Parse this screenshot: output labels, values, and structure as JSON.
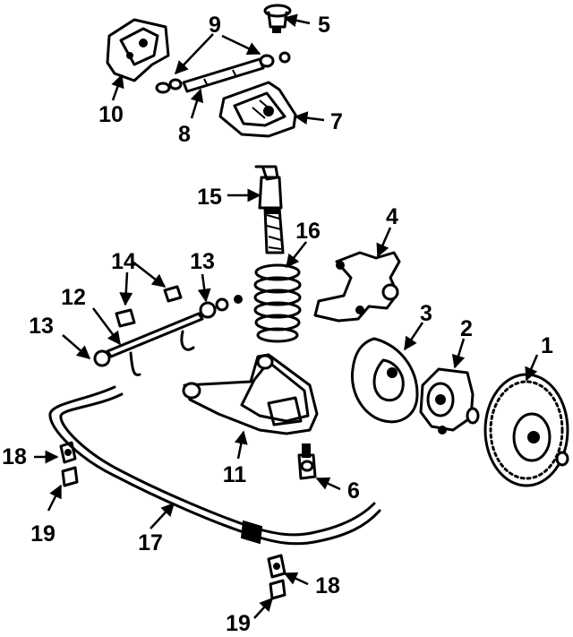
{
  "callouts": [
    {
      "id": "1",
      "label": "1"
    },
    {
      "id": "2",
      "label": "2"
    },
    {
      "id": "3",
      "label": "3"
    },
    {
      "id": "4",
      "label": "4"
    },
    {
      "id": "5",
      "label": "5"
    },
    {
      "id": "6",
      "label": "6"
    },
    {
      "id": "7",
      "label": "7"
    },
    {
      "id": "8",
      "label": "8"
    },
    {
      "id": "9",
      "label": "9"
    },
    {
      "id": "10",
      "label": "10"
    },
    {
      "id": "11",
      "label": "11"
    },
    {
      "id": "12",
      "label": "12"
    },
    {
      "id": "13a",
      "label": "13"
    },
    {
      "id": "13b",
      "label": "13"
    },
    {
      "id": "14",
      "label": "14"
    },
    {
      "id": "15",
      "label": "15"
    },
    {
      "id": "16",
      "label": "16"
    },
    {
      "id": "17",
      "label": "17"
    },
    {
      "id": "18a",
      "label": "18"
    },
    {
      "id": "18b",
      "label": "18"
    },
    {
      "id": "19a",
      "label": "19"
    },
    {
      "id": "19b",
      "label": "19"
    }
  ]
}
